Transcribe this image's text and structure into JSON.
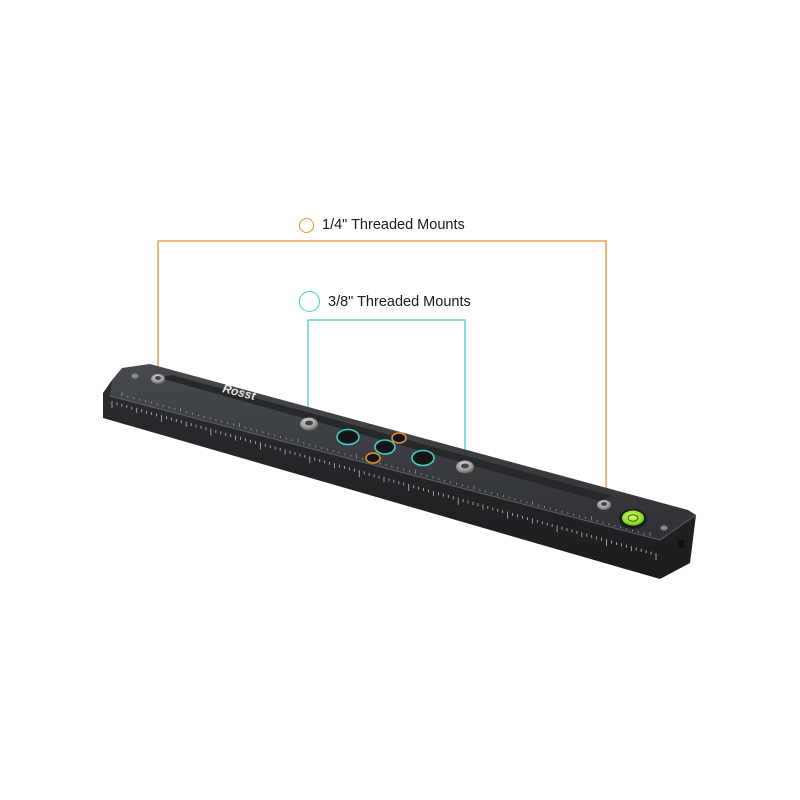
{
  "legend": {
    "quarter_inch": {
      "label": "1/4\" Threaded Mounts"
    },
    "three_eighths_inch": {
      "label": "3/8\" Threaded Mounts"
    }
  },
  "product": {
    "brand_logo_text": "Rosst"
  },
  "colors": {
    "quarter_inch_callout": "#e8902a",
    "three_eighths_inch_callout": "#3fd0c0",
    "rail_body": "#2e3033",
    "rail_top": "#3a3c40",
    "bubble_level": "#9be02a"
  }
}
